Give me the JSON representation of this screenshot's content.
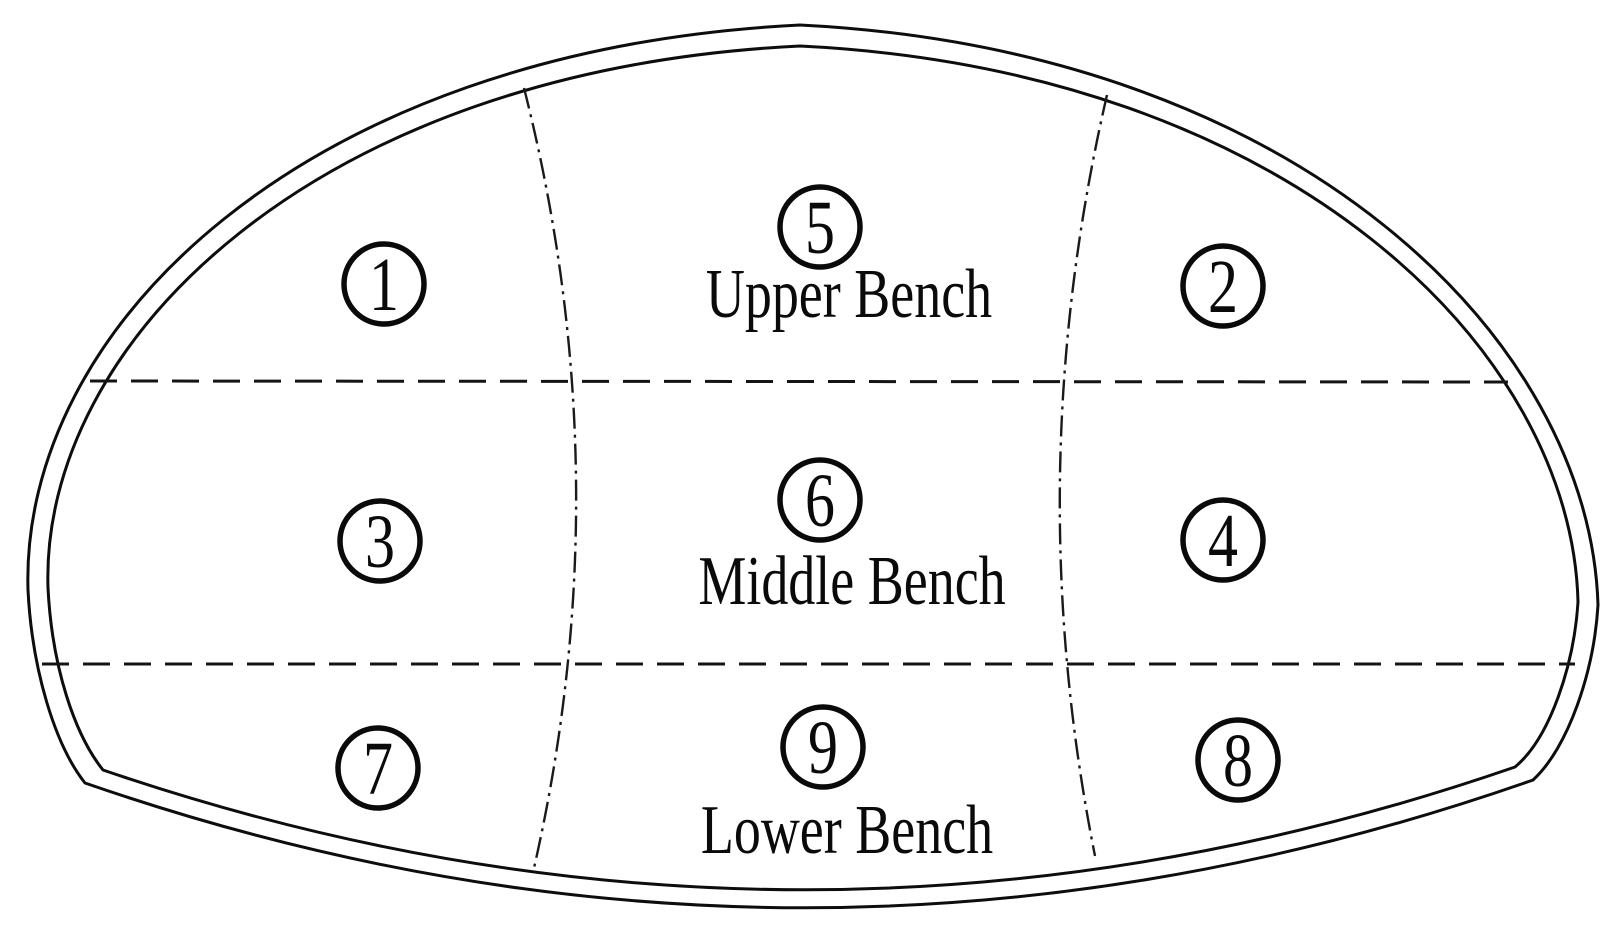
{
  "diagram": {
    "labels": {
      "upper_bench": "Upper Bench",
      "middle_bench": "Middle Bench",
      "lower_bench": "Lower Bench"
    },
    "markers": {
      "upper_left": "1",
      "upper_right": "2",
      "middle_left": "3",
      "middle_right": "4",
      "upper_center": "5",
      "middle_center": "6",
      "lower_left": "7",
      "lower_right": "8",
      "lower_center": "9"
    },
    "colors": {
      "line": "#0d0d0d",
      "background": "#ffffff"
    }
  }
}
